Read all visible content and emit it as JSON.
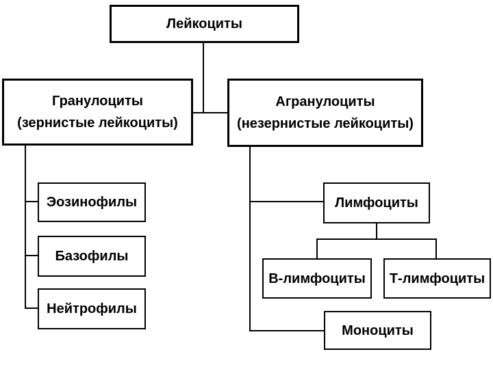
{
  "diagram": {
    "type": "hierarchy-tree",
    "background_color": "#ffffff",
    "line_color": "#000000",
    "box_fill": "#ffffff",
    "nodes": {
      "leukocytes": {
        "label": "Лейкоциты"
      },
      "granulocytes": {
        "label": "Гранулоциты",
        "sublabel": "(зернистые лейкоциты)"
      },
      "agranulocytes": {
        "label": "Агранулоциты",
        "sublabel": "(незернистые лейкоциты)"
      },
      "eosinophils": {
        "label": "Эозинофилы"
      },
      "basophils": {
        "label": "Базофилы"
      },
      "neutrophils": {
        "label": "Нейтрофилы"
      },
      "lymphocytes": {
        "label": "Лимфоциты"
      },
      "b_lymphocytes": {
        "label": "В-лимфоциты"
      },
      "t_lymphocytes": {
        "label": "Т-лимфоциты"
      },
      "monocytes": {
        "label": "Моноциты"
      }
    },
    "edges": [
      [
        "leukocytes",
        "granulocytes"
      ],
      [
        "leukocytes",
        "agranulocytes"
      ],
      [
        "granulocytes",
        "eosinophils"
      ],
      [
        "granulocytes",
        "basophils"
      ],
      [
        "granulocytes",
        "neutrophils"
      ],
      [
        "agranulocytes",
        "lymphocytes"
      ],
      [
        "agranulocytes",
        "monocytes"
      ],
      [
        "lymphocytes",
        "b_lymphocytes"
      ],
      [
        "lymphocytes",
        "t_lymphocytes"
      ]
    ]
  }
}
